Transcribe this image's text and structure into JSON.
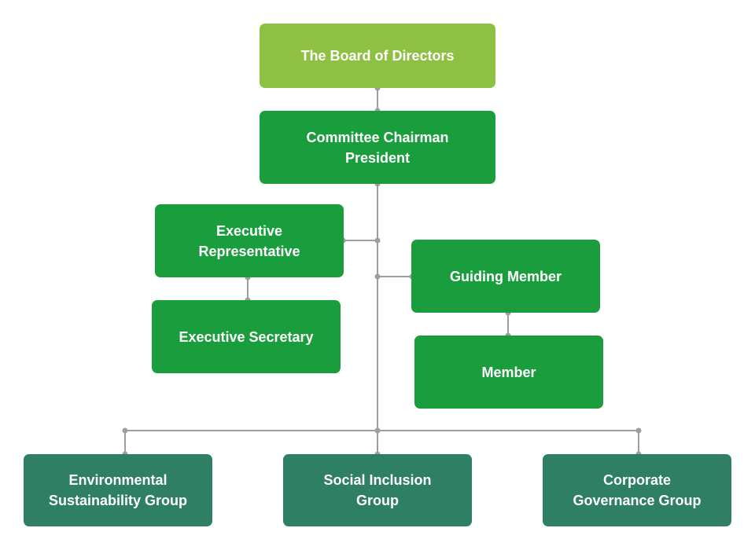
{
  "colors": {
    "board": "#8dc043",
    "leadership": "#1a9e3d",
    "groups": "#2e7f63",
    "connector": "#9e9e9e",
    "text": "#ffffff"
  },
  "nodes": {
    "board": {
      "line1": "The Board of Directors"
    },
    "chairman": {
      "line1": "Committee Chairman",
      "line2": "President"
    },
    "executive_representative": {
      "line1": "Executive",
      "line2": "Representative"
    },
    "executive_secretary": {
      "line1": "Executive Secretary"
    },
    "guiding_member": {
      "line1": "Guiding Member"
    },
    "member": {
      "line1": "Member"
    },
    "environmental_group": {
      "line1": "Environmental",
      "line2": "Sustainability Group"
    },
    "social_group": {
      "line1": "Social Inclusion",
      "line2": "Group"
    },
    "governance_group": {
      "line1": "Corporate",
      "line2": "Governance Group"
    }
  }
}
